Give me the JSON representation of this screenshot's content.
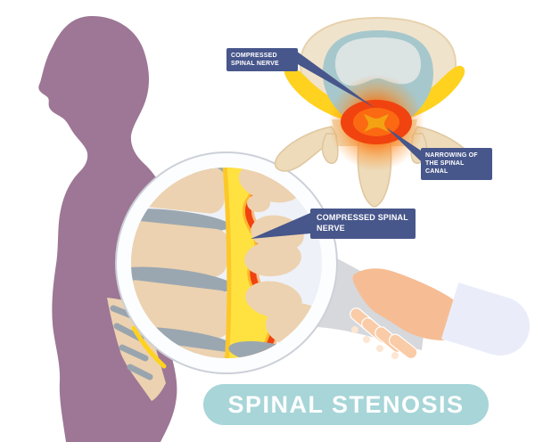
{
  "figure": {
    "type": "medical-infographic",
    "subject": "Spinal stenosis: narrowing of the spinal canal compressing spinal nerves"
  },
  "banner": {
    "label": "SPINAL STENOSIS",
    "bg": "#a7d5d8",
    "text_color": "#ffffff"
  },
  "callouts": [
    {
      "id": "compressed-spinal-nerve-axial",
      "label": "COMPRESSED SPINAL NERVE",
      "bg": "#47568b"
    },
    {
      "id": "narrowing-of-the-spinal-canal",
      "label": "NARROWING OF THE SPINAL CANAL",
      "bg": "#47568b"
    },
    {
      "id": "compressed-spinal-nerve-magnified",
      "label": "COMPRESSED SPINAL NERVE",
      "bg": "#47568b"
    }
  ],
  "illustration": {
    "body_silhouette": {
      "name": "patient-profile-silhouette",
      "color": "#9d7795"
    },
    "magnifier": {
      "name": "magnifying-glass",
      "lens_bg": "#eef1f7",
      "ring": "#fcfdfe",
      "ring_edge": "#ccd0d8",
      "handle": "#d6d8dc"
    },
    "hand": {
      "name": "doctor-hand",
      "skin": "#f6bd94",
      "fingers": "#f9cba6",
      "sleeve": "#eaedf9"
    },
    "anatomy": {
      "bone_axial": "#f0e3cc",
      "bone_posterior": "#eddbba",
      "bone_sagittal": "#ecd2b0",
      "disc_axial": "#a6c8cc",
      "disc_nucleus": "#dbe3e3",
      "disc_sagittal": "#9aa7b1",
      "nerve_yellow": "#ffd21f",
      "canal_yellow": "#ffe23f",
      "inflammation_red": "#f0430f",
      "inflammation_glow": "#ff8a18"
    }
  }
}
